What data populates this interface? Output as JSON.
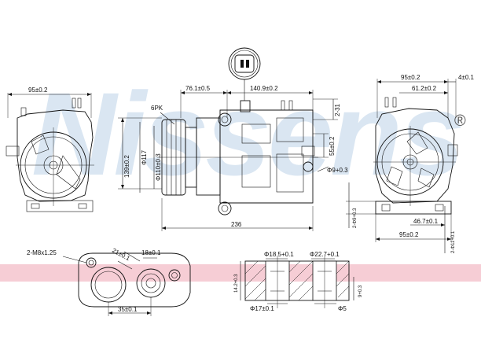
{
  "watermark": {
    "text": "Nissens",
    "registered_mark": "®",
    "color": "#bcd3e8"
  },
  "band_color": "#f6cdd5",
  "left_view": {
    "width_dim": "95±0.2"
  },
  "side_view": {
    "offset_dim": "76.1±0.5",
    "span_dim": "140.9±0.2",
    "pulley_label": "6PK",
    "bolt_dim": "2-31",
    "height_dim": "139±0.2",
    "pulley_dia_dim": "Φ117",
    "hub_dia_dim": "Φ110±0.3",
    "mount_dim": "55±0.2",
    "hole_dim": "Φ9+0.3",
    "length_dim": "236"
  },
  "right_view": {
    "width_dim": "95±0.2",
    "edge_dim": "4±0.1",
    "inner_dim": "61.2±0.2",
    "offset_dim": "46.7±0.1",
    "base_dim": "95±0.2",
    "left_hole_dim": "2-Φ9+0.3",
    "right_hole_dim": "2-Φ11+0.1"
  },
  "flange_view": {
    "thread_dim": "2-M8x1.25",
    "port_dim_a": "21±0.1",
    "port_dim_b": "18±0.1",
    "spacing_dim": "35±0.1"
  },
  "section_view": {
    "bore_top_a": "Φ18.5+0.1",
    "bore_top_b": "Φ22.7+0.1",
    "depth_dim": "14.2+0.3",
    "bore_bottom_a": "Φ17±0.1",
    "bore_bottom_b": "Φ5",
    "side_dim": "9+0.3"
  }
}
